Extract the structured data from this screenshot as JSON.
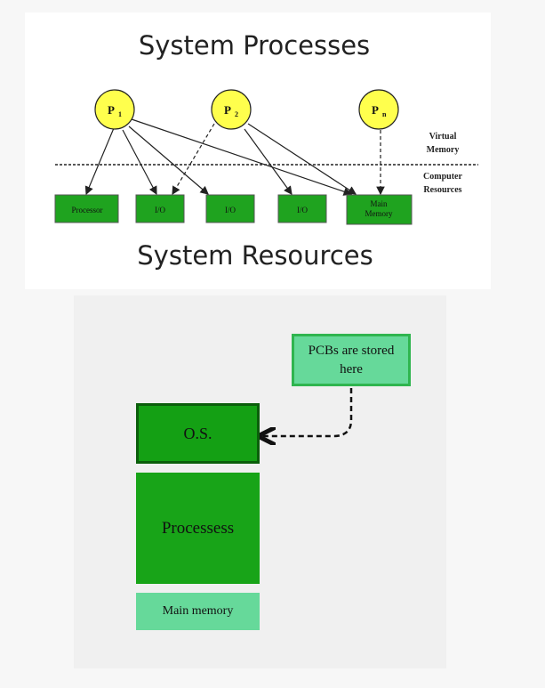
{
  "top": {
    "title": "System Processes",
    "subtitle": "System Resources",
    "processes": [
      {
        "id": "p1",
        "label": "P",
        "sub": "1"
      },
      {
        "id": "p2",
        "label": "P",
        "sub": "2"
      },
      {
        "id": "pn",
        "label": "P",
        "sub": "n"
      }
    ],
    "resources": [
      "Processor",
      "I/O",
      "I/O",
      "I/O",
      "Main Memory"
    ],
    "side_labels": {
      "virtual": [
        "Virtual",
        "Memory"
      ],
      "computer": [
        "Computer",
        "Resources"
      ]
    },
    "colors": {
      "process": "#ffff4d",
      "resource": "#1fa31f"
    }
  },
  "bottom": {
    "os_label": "O.S.",
    "processes_label": "Processess",
    "memory_label": "Main memory",
    "pcb_label": "PCBs are stored here",
    "colors": {
      "os": "#14a014",
      "processes": "#18a418",
      "memory": "#66d99a",
      "pcb": "#66d99a"
    }
  }
}
